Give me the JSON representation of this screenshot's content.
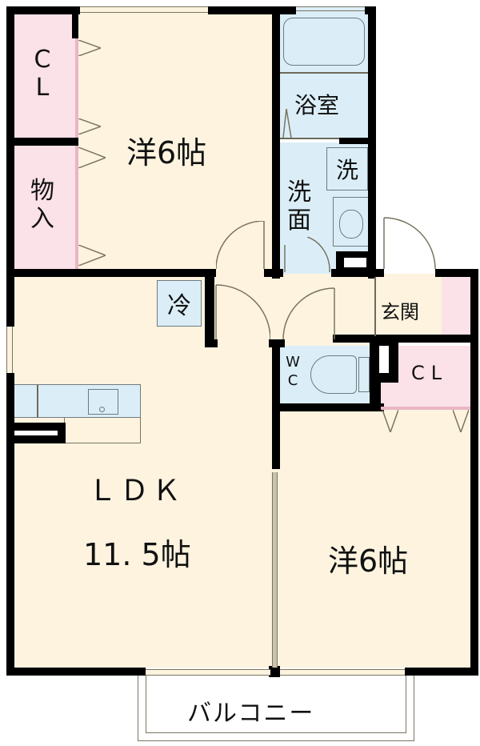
{
  "floorplan": {
    "rooms": {
      "western_room_top": {
        "type": "洋",
        "size": "6帖",
        "label": "洋6帖"
      },
      "closet_top": {
        "label": "CL",
        "chars": [
          "C",
          "L"
        ]
      },
      "storage": {
        "label": "物入",
        "chars": [
          "物",
          "入"
        ]
      },
      "bathroom": {
        "label": "浴室"
      },
      "washroom": {
        "label": "洗面",
        "chars": [
          "洗",
          "面"
        ]
      },
      "washing_machine": {
        "label": "洗"
      },
      "refrigerator": {
        "label": "冷"
      },
      "entrance": {
        "label": "玄関"
      },
      "toilet": {
        "label": "WC",
        "chars": [
          "W",
          "C"
        ]
      },
      "closet_right": {
        "label": "CL"
      },
      "ldk": {
        "label": "LDK",
        "size": "11.5帖",
        "label_line1": "ＬＤＫ",
        "label_line2": "11. 5帖"
      },
      "western_room_bottom": {
        "type": "洋",
        "size": "6帖",
        "label": "洋6帖"
      },
      "balcony": {
        "label": "バルコニー"
      }
    },
    "colors": {
      "floor": "#fdf3df",
      "wet_area": "#dbeef8",
      "closet": "#fbe1e8",
      "wall": "#000000"
    }
  }
}
